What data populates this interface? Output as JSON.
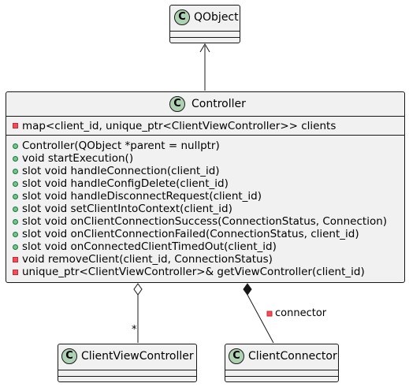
{
  "classes": {
    "qobject": {
      "name": "QObject"
    },
    "controller": {
      "name": "Controller",
      "attributes": [
        {
          "visibility": "private",
          "text": "map<client_id, unique_ptr<ClientViewController>> clients"
        }
      ],
      "methods": [
        {
          "visibility": "public",
          "text": "Controller(QObject *parent = nullptr)"
        },
        {
          "visibility": "public",
          "text": "void startExecution()"
        },
        {
          "visibility": "public",
          "text": "slot void handleConnection(client_id)"
        },
        {
          "visibility": "public",
          "text": "slot void handleConfigDelete(client_id)"
        },
        {
          "visibility": "public",
          "text": "slot void handleDisconnectRequest(client_id)"
        },
        {
          "visibility": "public",
          "text": "slot void setClientIntoContext(client_id)"
        },
        {
          "visibility": "public",
          "text": "slot void onClientConnectionSuccess(ConnectionStatus, Connection)"
        },
        {
          "visibility": "public",
          "text": "slot void onClientConnectionFailed(ConnectionStatus, client_id)"
        },
        {
          "visibility": "public",
          "text": "slot void onConnectedClientTimedOut(client_id)"
        },
        {
          "visibility": "private",
          "text": "void removeClient(client_id, ConnectionStatus)"
        },
        {
          "visibility": "private",
          "text": "unique_ptr<ClientViewController>& getViewController(client_id)"
        }
      ]
    },
    "clientViewController": {
      "name": "ClientViewController"
    },
    "clientConnector": {
      "name": "ClientConnector"
    }
  },
  "class_badge_letter": "C",
  "edges": {
    "inheritance": {
      "from": "Controller",
      "to": "QObject",
      "kind": "inheritance"
    },
    "aggregation": {
      "from": "Controller",
      "to": "ClientViewController",
      "kind": "aggregation",
      "multiplicity": "*"
    },
    "composition": {
      "from": "Controller",
      "to": "ClientConnector",
      "kind": "composition",
      "label_visibility": "private",
      "label": "connector"
    }
  },
  "colors": {
    "class_fill": "#f1f1f1",
    "border": "#181818",
    "badge": "#add1b2",
    "public_marker": "#84be84",
    "private_marker": "#f24d5c"
  }
}
